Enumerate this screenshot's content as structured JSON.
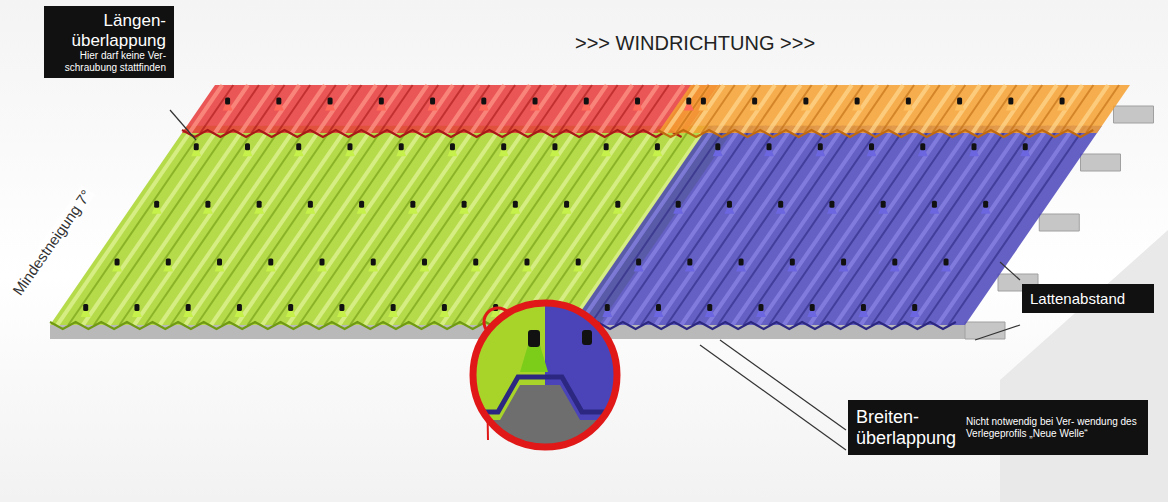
{
  "diagram": {
    "nodes": [
      {
        "text": [
          "Längen- überlappung",
          "Hier darf keine Ver- schraubung stattfinden"
        ]
      },
      {
        "text": [
          "Lattenabstand"
        ]
      },
      {
        "text": [
          "Breiten- überlappung",
          "Nicht notwendig bei Ver- wendung des Verlegeprofils „Neue Welle“"
        ]
      }
    ],
    "labels": [
      ">>> WINDRICHTUNG >>>",
      "Mindestneigung 7°"
    ]
  }
}
